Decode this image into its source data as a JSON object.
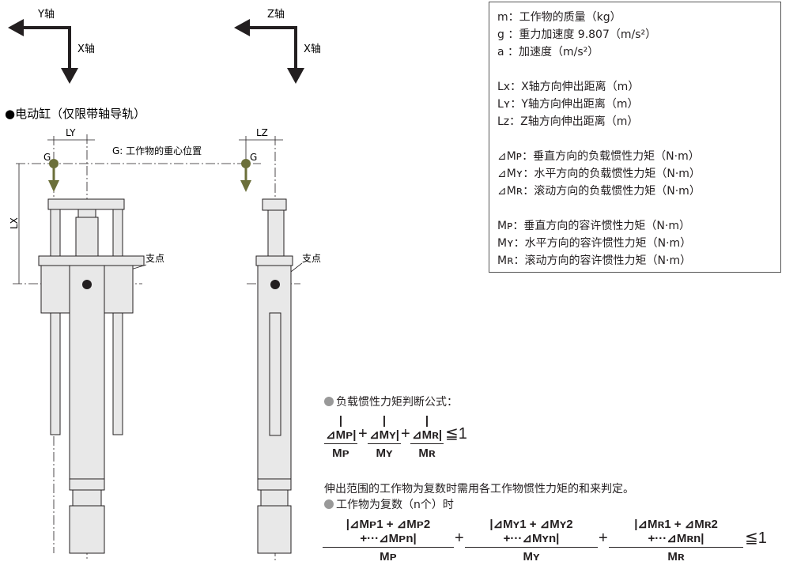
{
  "axes_left": {
    "horizontal": "Y轴",
    "vertical": "X轴"
  },
  "axes_right": {
    "horizontal": "Z轴",
    "vertical": "X轴"
  },
  "section_title": "●电动缸（仅限带轴导轨）",
  "diagram": {
    "ly": "LY",
    "lz": "LZ",
    "lx": "LX",
    "g_left": "G",
    "g_right": "G",
    "g_caption": "G: 工作物的重心位置",
    "pivot_left": "支点",
    "pivot_right": "支点",
    "colors": {
      "gravity": "#6b6f3a",
      "outline": "#231f20",
      "fill": "#e8e8e8"
    }
  },
  "legend": {
    "items": [
      "m：工作物的质量（kg）",
      "g ：重力加速度 9.807（m/s²）",
      "a ：加速度（m/s²）",
      "",
      "Lx：X轴方向伸出距离（m）",
      "Lʏ：Y轴方向伸出距离（m）",
      "Lz：Z轴方向伸出距离（m）",
      "",
      "⊿Mᴘ：垂直方向的负载惯性力矩（N·m）",
      "⊿Mʏ：水平方向的负载惯性力矩（N·m）",
      "⊿Mʀ：滚动方向的负载惯性力矩（N·m）",
      "",
      "Mᴘ：垂直方向的容许惯性力矩（N·m）",
      "Mʏ：水平方向的容许惯性力矩（N·m）",
      "Mʀ：滚动方向的容许惯性力矩（N·m）"
    ]
  },
  "formula1": {
    "title": "负载惯性力矩判断公式：",
    "terms": [
      {
        "num": "|⊿Mᴘ|",
        "den": "Mᴘ"
      },
      {
        "num": "|⊿Mʏ|",
        "den": "Mʏ"
      },
      {
        "num": "|⊿Mʀ|",
        "den": "Mʀ"
      }
    ],
    "plus": "+",
    "rhs": "≦1"
  },
  "note": "伸出范围的工作物为复数时需用各工作物惯性力矩的和来判定。",
  "formula2": {
    "title": "工作物为复数（n个）时",
    "terms": [
      {
        "num": "|⊿Mᴘ1 + ⊿Mᴘ2 +···⊿Mᴘn|",
        "den": "Mᴘ"
      },
      {
        "num": "|⊿Mʏ1 + ⊿Mʏ2 +···⊿Mʏn|",
        "den": "Mʏ"
      },
      {
        "num": "|⊿Mʀ1 + ⊿Mʀ2 +···⊿Mʀn|",
        "den": "Mʀ"
      }
    ],
    "plus": "+",
    "rhs": "≦1"
  }
}
